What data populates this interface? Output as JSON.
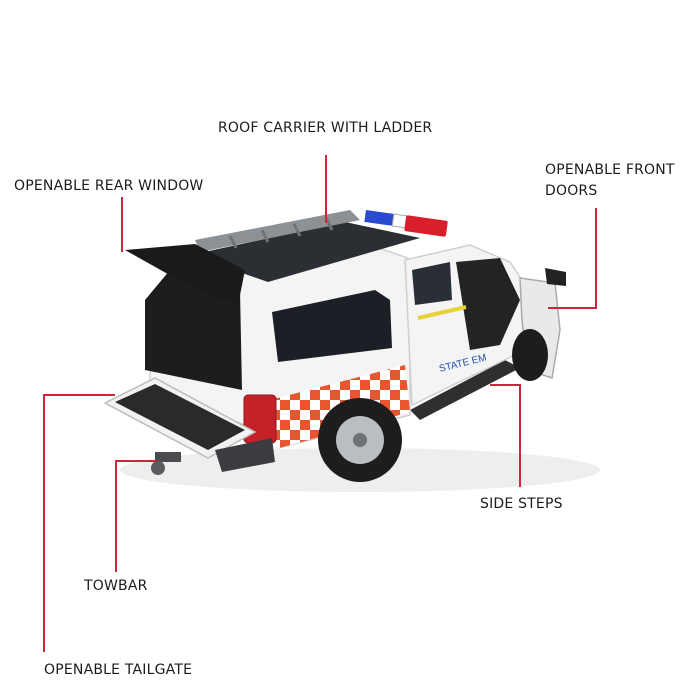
{
  "callouts": {
    "roof_carrier": "ROOF CARRIER WITH LADDER",
    "rear_window": "OPENABLE REAR WINDOW",
    "front_doors_1": "OPENABLE FRONT",
    "front_doors_2": "DOORS",
    "side_steps": "SIDE STEPS",
    "towbar": "TOWBAR",
    "tailgate": "OPENABLE TAILGATE"
  },
  "vehicle": {
    "door_text": "STATE EM",
    "colors": {
      "body": "#f4f4f4",
      "checker": "#e8562f",
      "stripe": "#e6d23a",
      "rack": "#2b2f33",
      "ladder": "#8c9196",
      "lightbar_red": "#d81f2b",
      "lightbar_blue": "#2a4bd0",
      "callout_line": "#c8283a"
    }
  }
}
